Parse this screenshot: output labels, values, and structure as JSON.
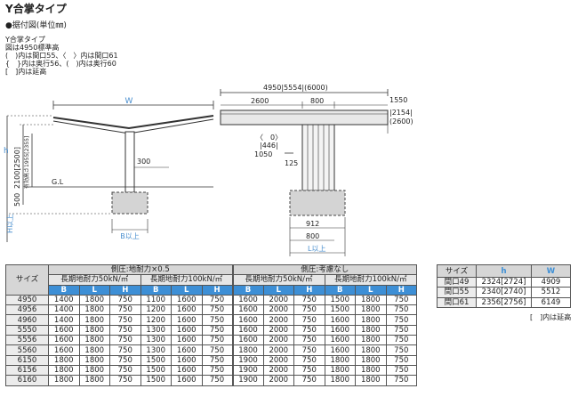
{
  "title": "Y合掌タイプ",
  "section": "●据付図(単位㎜)",
  "notes": [
    "Y合掌タイプ",
    "図は4950標準高",
    "(　)内は間口55、〈　〉内は間口61",
    "{　}内は奥行56、(　)内は奥行60",
    "[　]内は延高"
  ],
  "left_drawing": {
    "w": "W",
    "h": "h",
    "dim_2100": "2100[2500]",
    "dim_eff": "有効高さ1955[2355]",
    "dim_300": "300",
    "gl": "G.L",
    "dim_500": "500",
    "h_min": "H以上",
    "b_min": "B以上"
  },
  "right_drawing": {
    "top": "4950|5554|(6000)",
    "d2600": "2600",
    "d800": "800",
    "d1550": "1550",
    "d2154": "|2154|",
    "d2600p": "(2600)",
    "zero": "〈　0〉",
    "d446": "|446|",
    "d1050": "1050",
    "d125": "125",
    "d912": "912",
    "d800b": "800",
    "l_min": "L以上"
  },
  "table": {
    "col_size": "サイズ",
    "group1": "側圧:地耐力×0.5",
    "group2": "側圧:考慮なし",
    "sub50": "長期地耐力50kN/㎡",
    "sub100": "長期地耐力100kN/㎡",
    "letters": [
      "B",
      "L",
      "H",
      "B",
      "L",
      "H",
      "B",
      "L",
      "H",
      "B",
      "L",
      "H"
    ],
    "rows": [
      {
        "size": "4950",
        "v": [
          "1400",
          "1800",
          "750",
          "1100",
          "1600",
          "750",
          "1600",
          "2000",
          "750",
          "1500",
          "1800",
          "750"
        ]
      },
      {
        "size": "4956",
        "v": [
          "1400",
          "1800",
          "750",
          "1200",
          "1600",
          "750",
          "1600",
          "2000",
          "750",
          "1500",
          "1800",
          "750"
        ]
      },
      {
        "size": "4960",
        "v": [
          "1400",
          "1800",
          "750",
          "1200",
          "1600",
          "750",
          "1600",
          "2000",
          "750",
          "1600",
          "1800",
          "750"
        ]
      },
      {
        "size": "5550",
        "v": [
          "1600",
          "1800",
          "750",
          "1300",
          "1600",
          "750",
          "1600",
          "2000",
          "750",
          "1600",
          "1800",
          "750"
        ]
      },
      {
        "size": "5556",
        "v": [
          "1600",
          "1800",
          "750",
          "1300",
          "1600",
          "750",
          "1600",
          "2000",
          "750",
          "1600",
          "1800",
          "750"
        ]
      },
      {
        "size": "5560",
        "v": [
          "1600",
          "1800",
          "750",
          "1300",
          "1600",
          "750",
          "1800",
          "2000",
          "750",
          "1600",
          "1800",
          "750"
        ]
      },
      {
        "size": "6150",
        "v": [
          "1800",
          "1800",
          "750",
          "1500",
          "1600",
          "750",
          "1900",
          "2000",
          "750",
          "1800",
          "1800",
          "750"
        ]
      },
      {
        "size": "6156",
        "v": [
          "1800",
          "1800",
          "750",
          "1500",
          "1600",
          "750",
          "1900",
          "2000",
          "750",
          "1800",
          "1800",
          "750"
        ]
      },
      {
        "size": "6160",
        "v": [
          "1800",
          "1800",
          "750",
          "1500",
          "1600",
          "750",
          "1900",
          "2000",
          "750",
          "1800",
          "1800",
          "750"
        ]
      }
    ]
  },
  "side_table": {
    "col_size": "サイズ",
    "col_h": "h",
    "col_w": "W",
    "rows": [
      {
        "size": "間口49",
        "h": "2324[2724]",
        "w": "4909"
      },
      {
        "size": "間口55",
        "h": "2340[2740]",
        "w": "5512"
      },
      {
        "size": "間口61",
        "h": "2356[2756]",
        "w": "6149"
      }
    ],
    "note": "[　]内は延高"
  },
  "colors": {
    "accent": "#3d8fd6",
    "header": "#d6d6d6"
  }
}
